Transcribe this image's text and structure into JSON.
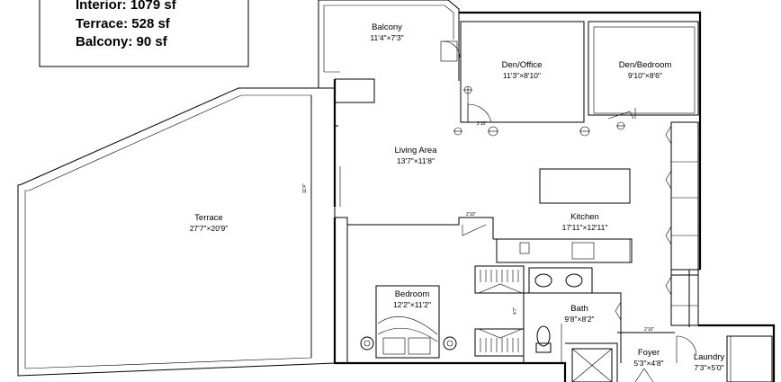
{
  "areas": {
    "interior": "Interior: 1079 sf",
    "terrace": "Terrace: 528 sf",
    "balcony": "Balcony: 90 sf"
  },
  "rooms": {
    "balcony": {
      "name": "Balcony",
      "dim": "11'4\"×7'3\""
    },
    "den_office": {
      "name": "Den/Office",
      "dim": "11'3\"×8'10\""
    },
    "den_bedroom": {
      "name": "Den/Bedroom",
      "dim": "9'10\"×8'6\""
    },
    "living": {
      "name": "Living Area",
      "dim": "13'7\"×11'8\""
    },
    "terrace": {
      "name": "Terrace",
      "dim": "27'7\"×20'9\""
    },
    "kitchen": {
      "name": "Kitchen",
      "dim": "17'11\"×12'11\""
    },
    "bedroom": {
      "name": "Bedroom",
      "dim": "12'2\"×11'2\""
    },
    "bath": {
      "name": "Bath",
      "dim": "9'8\"×8'2\""
    },
    "foyer": {
      "name": "Foyer",
      "dim": "5'3\"×4'8\""
    },
    "laundry": {
      "name": "Laundry",
      "dim": "7'3\"×5'0\""
    }
  },
  "annotations": {
    "door_den": "2'10\"",
    "door_bedroom": "2'10\"",
    "door_foyer": "2'10\"",
    "side_dim": "11'4\"",
    "bath_dim": "4'7\""
  }
}
